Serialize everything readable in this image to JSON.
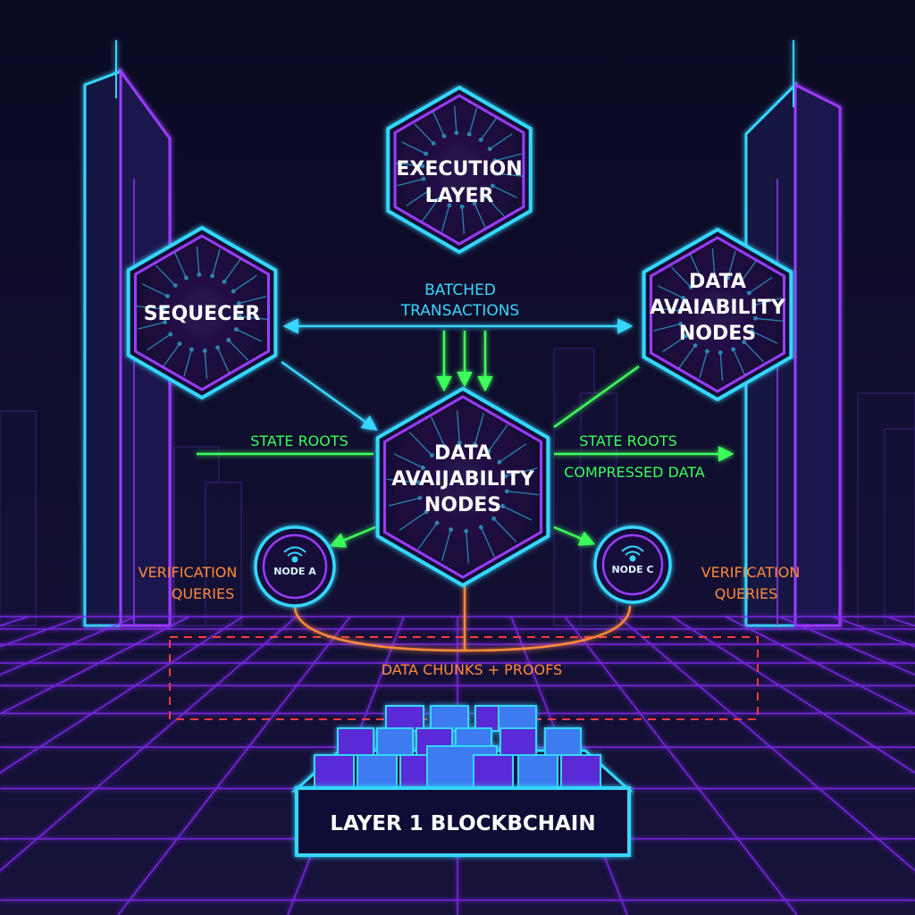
{
  "nodes": {
    "execution": {
      "line1": "EXECUTION",
      "line2": "LAYER"
    },
    "sequencer": {
      "line1": "SEQUECER"
    },
    "da_top": {
      "line1": "DATA",
      "line2": "AVAIABILITY",
      "line3": "NODES"
    },
    "da_center": {
      "line1": "DATA",
      "line2": "AVAIJABILITY",
      "line3": "NODES"
    },
    "node_a": {
      "label": "NODE A"
    },
    "node_c": {
      "label": "NODE C"
    }
  },
  "edges": {
    "batched_line1": "BATCHED",
    "batched_line2": "TRANSACTIONS",
    "state_roots_left": "STATE ROOTS",
    "state_roots_right": "STATE ROOTS",
    "compressed_data": "COMPRESSED DATA",
    "verification_left_line1": "VERIFICATION",
    "verification_left_line2": "QUERIES",
    "verification_right_line1": "VERIFICATION",
    "verification_right_line2": "QUERIES",
    "data_chunks": "DATA CHUNKS + PROOFS"
  },
  "base": {
    "label": "LAYER 1 BLOCKBCHAIN"
  },
  "colors": {
    "background": "#0b0b24",
    "neon_cyan": "#35d8ff",
    "neon_purple": "#9b3dff",
    "neon_green": "#3cff5a",
    "neon_orange": "#ff8a3a",
    "dashed_red": "#ff3b3b"
  }
}
